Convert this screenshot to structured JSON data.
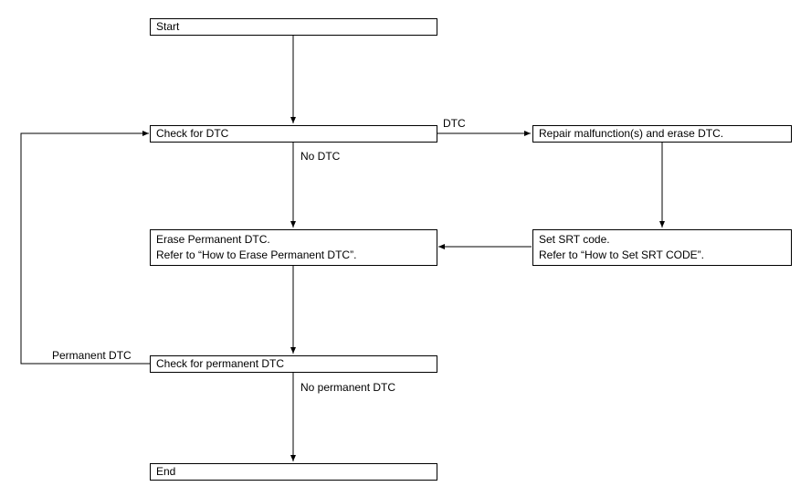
{
  "nodes": {
    "start": {
      "text": "Start"
    },
    "check_dtc": {
      "text": "Check for DTC"
    },
    "repair": {
      "text": "Repair malfunction(s) and erase DTC."
    },
    "erase_permanent": {
      "line1": "Erase Permanent DTC.",
      "line2": "Refer to “How to Erase Permanent DTC”."
    },
    "set_srt": {
      "line1": "Set SRT code.",
      "line2": "Refer to “How to Set SRT CODE”."
    },
    "check_permanent": {
      "text": "Check for permanent DTC"
    },
    "end": {
      "text": "End"
    }
  },
  "edge_labels": {
    "dtc": "DTC",
    "no_dtc": "No DTC",
    "permanent_dtc": "Permanent DTC",
    "no_permanent_dtc": "No permanent DTC"
  }
}
